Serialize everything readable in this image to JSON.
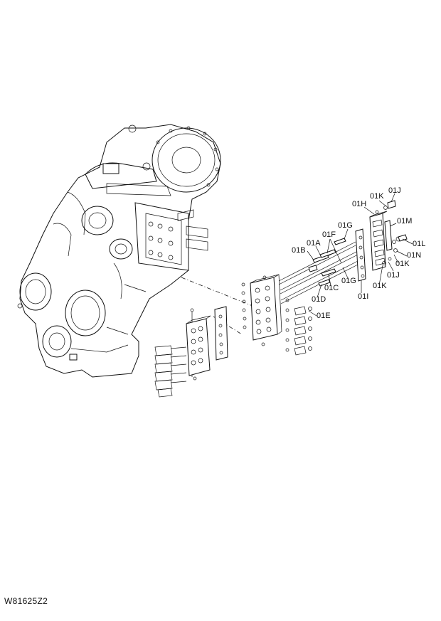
{
  "callouts": [
    {
      "id": "c-01j-top",
      "text": "01J"
    },
    {
      "id": "c-01k-top",
      "text": "01K"
    },
    {
      "id": "c-01h",
      "text": "01H"
    },
    {
      "id": "c-01m",
      "text": "01M"
    },
    {
      "id": "c-01g-top",
      "text": "01G"
    },
    {
      "id": "c-01f",
      "text": "01F"
    },
    {
      "id": "c-01a",
      "text": "01A"
    },
    {
      "id": "c-01b",
      "text": "01B"
    },
    {
      "id": "c-01l",
      "text": "01L"
    },
    {
      "id": "c-01n",
      "text": "01N"
    },
    {
      "id": "c-01k-mid",
      "text": "01K"
    },
    {
      "id": "c-01j-bot",
      "text": "01J"
    },
    {
      "id": "c-01k-bot",
      "text": "01K"
    },
    {
      "id": "c-01g-bot",
      "text": "01G"
    },
    {
      "id": "c-01c",
      "text": "01C"
    },
    {
      "id": "c-01d",
      "text": "01D"
    },
    {
      "id": "c-01i",
      "text": "01I"
    },
    {
      "id": "c-01e",
      "text": "01E"
    }
  ],
  "drawing_code": "W81625Z2"
}
